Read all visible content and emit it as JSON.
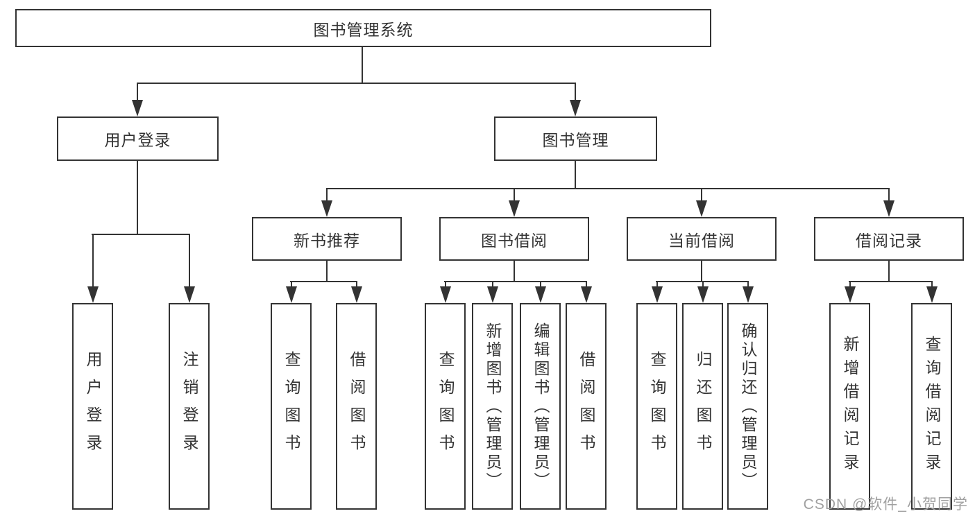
{
  "diagram": {
    "title": "图书管理系统",
    "root": {
      "label": "图书管理系统"
    },
    "tier2": [
      {
        "label": "用户登录"
      },
      {
        "label": "图书管理"
      }
    ],
    "tier3": [
      {
        "label": "新书推荐",
        "parent": "图书管理"
      },
      {
        "label": "图书借阅",
        "parent": "图书管理"
      },
      {
        "label": "当前借阅",
        "parent": "图书管理"
      },
      {
        "label": "借阅记录",
        "parent": "图书管理"
      }
    ],
    "leaves": [
      {
        "label": "用户登录",
        "parent": "用户登录"
      },
      {
        "label": "注销登录",
        "parent": "用户登录"
      },
      {
        "label": "查询图书",
        "parent": "新书推荐"
      },
      {
        "label": "借阅图书",
        "parent": "新书推荐"
      },
      {
        "label": "查询图书",
        "parent": "图书借阅"
      },
      {
        "label": "新增图书（管理员）",
        "parent": "图书借阅"
      },
      {
        "label": "编辑图书（管理员）",
        "parent": "图书借阅"
      },
      {
        "label": "借阅图书",
        "parent": "图书借阅"
      },
      {
        "label": "查询图书",
        "parent": "当前借阅"
      },
      {
        "label": "归还图书",
        "parent": "当前借阅"
      },
      {
        "label": "确认归还（管理员）",
        "parent": "当前借阅"
      },
      {
        "label": "新增借阅记录",
        "parent": "借阅记录"
      },
      {
        "label": "查询借阅记录",
        "parent": "借阅记录"
      }
    ],
    "watermark": "CSDN @软件_小贺同学",
    "colors": {
      "line": "#333333",
      "box_border": "#333333",
      "text": "#333333",
      "background": "#ffffff",
      "watermark": "#999999"
    }
  }
}
